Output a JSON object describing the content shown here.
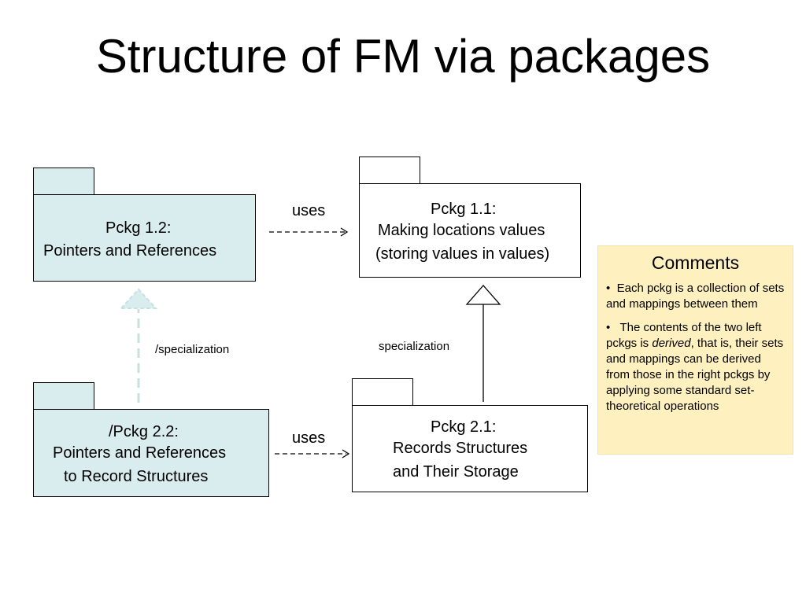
{
  "slide": {
    "title": "Structure of FM via packages"
  },
  "packages": {
    "p12": {
      "line1": "Pckg 1.2:",
      "line2": "Pointers and References"
    },
    "p11": {
      "line1": "Pckg 1.1:",
      "line2": "Making locations values",
      "line3": "(storing values in values)"
    },
    "p22": {
      "line1": "/Pckg 2.2:",
      "line2": "Pointers and References",
      "line3": "to Record Structures"
    },
    "p21": {
      "line1": "Pckg 2.1:",
      "line2": "Records Structures",
      "line3": "and Their Storage"
    }
  },
  "relations": {
    "uses_top": "uses",
    "uses_bottom": "uses",
    "derived_specialization": "/specialization",
    "specialization": "specialization"
  },
  "comments": {
    "title": "Comments",
    "item1": "Each pckg is a collection of sets and mappings  between them",
    "item2_a": "The contents of the two left pckgs is ",
    "item2_em": "derived",
    "item2_b": ", that is, their sets and mappings can be derived from those in  the right pckgs by applying some standard set-theoretical operations"
  },
  "colors": {
    "package_fill": "#daedee",
    "comments_fill": "#fff1bf",
    "derived_arrow": "#c5e1e1"
  }
}
